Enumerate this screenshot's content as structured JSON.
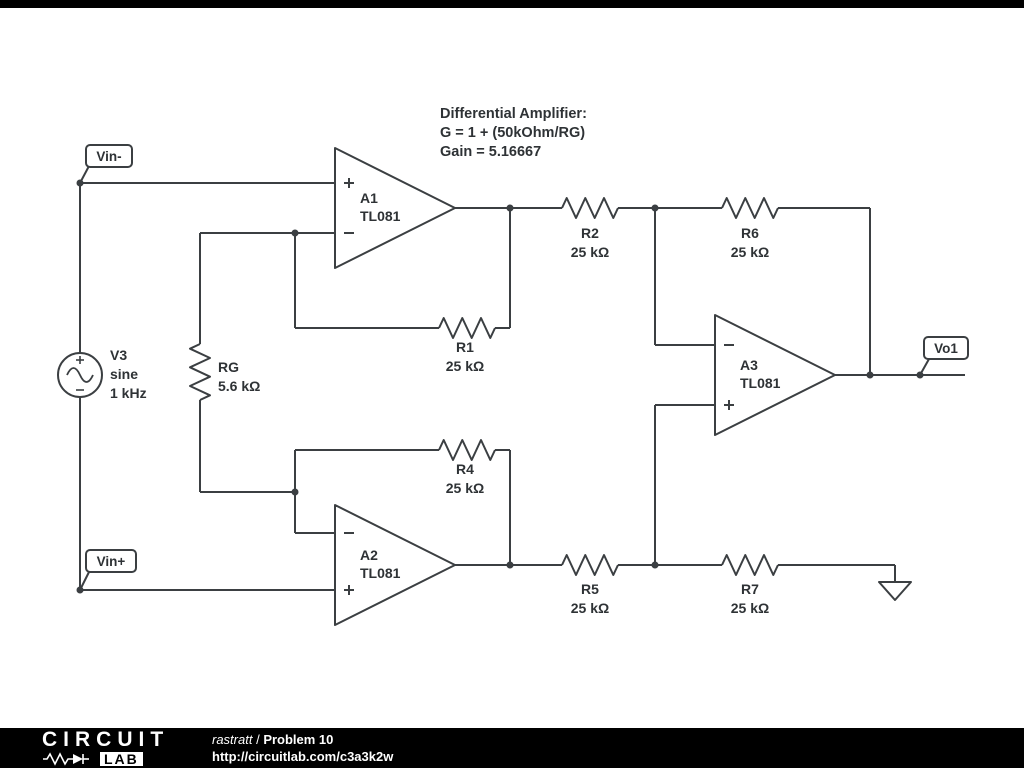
{
  "colors": {
    "wire": "#3b3f42",
    "label_text": "#2e3235",
    "background": "#ffffff",
    "footer_bg": "#000000",
    "footer_text": "#ffffff"
  },
  "annotation": {
    "line1": "Differential Amplifier:",
    "line2": "G = 1 + (50kOhm/RG)",
    "line3": "Gain = 5.16667"
  },
  "flags": {
    "vin_minus": "Vin-",
    "vin_plus": "Vin+",
    "vout": "Vo1"
  },
  "source": {
    "name": "V3",
    "waveform": "sine",
    "frequency": "1 kHz"
  },
  "opamps": {
    "a1": {
      "name": "A1",
      "model": "TL081"
    },
    "a2": {
      "name": "A2",
      "model": "TL081"
    },
    "a3": {
      "name": "A3",
      "model": "TL081"
    }
  },
  "resistors": {
    "rg": {
      "name": "RG",
      "value": "5.6 kΩ"
    },
    "r1": {
      "name": "R1",
      "value": "25 kΩ"
    },
    "r2": {
      "name": "R2",
      "value": "25 kΩ"
    },
    "r4": {
      "name": "R4",
      "value": "25 kΩ"
    },
    "r5": {
      "name": "R5",
      "value": "25 kΩ"
    },
    "r6": {
      "name": "R6",
      "value": "25 kΩ"
    },
    "r7": {
      "name": "R7",
      "value": "25 kΩ"
    }
  },
  "footer": {
    "logo_line1": "CIRCUIT",
    "logo_lab": "LAB",
    "author": "rastratt",
    "separator": " / ",
    "title": "Problem 10",
    "url": "http://circuitlab.com/c3a3k2w"
  }
}
